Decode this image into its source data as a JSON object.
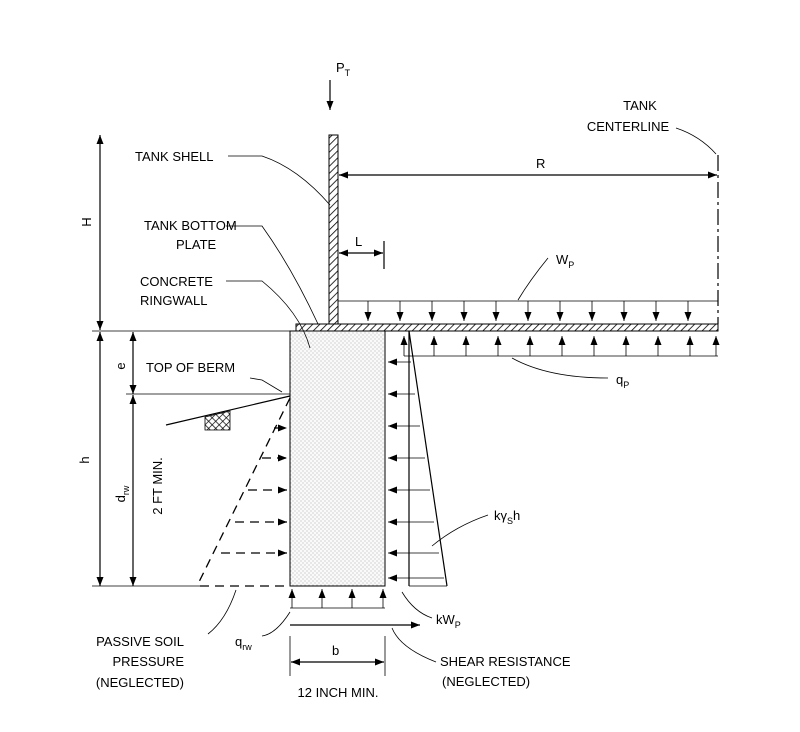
{
  "labels": {
    "pt": "P",
    "pt_sub": "T",
    "tank_centerline_1": "TANK",
    "tank_centerline_2": "CENTERLINE",
    "tank_shell": "TANK SHELL",
    "r": "R",
    "h_upper": "H",
    "tank_bottom_1": "TANK BOTTOM",
    "tank_bottom_2": "PLATE",
    "l": "L",
    "wp": "W",
    "wp_sub": "P",
    "concrete_1": "CONCRETE",
    "concrete_2": "RINGWALL",
    "e": "e",
    "qp": "q",
    "qp_sub": "P",
    "top_of_berm": "TOP OF BERM",
    "h_lower": "h",
    "drw": "d",
    "drw_sub": "rw",
    "two_ft_min": "2 FT MIN.",
    "ky_1": "k",
    "ky_gamma": "γ",
    "ky_sub": "S",
    "ky_2": "h",
    "kwp": "kW",
    "kwp_sub": "P",
    "qrw": "q",
    "qrw_sub": "rw",
    "b": "b",
    "passive_1": "PASSIVE SOIL",
    "passive_2": "PRESSURE",
    "passive_3": "(NEGLECTED)",
    "shear_1": "SHEAR RESISTANCE",
    "shear_2": "(NEGLECTED)",
    "twelve_inch": "12 INCH MIN."
  }
}
